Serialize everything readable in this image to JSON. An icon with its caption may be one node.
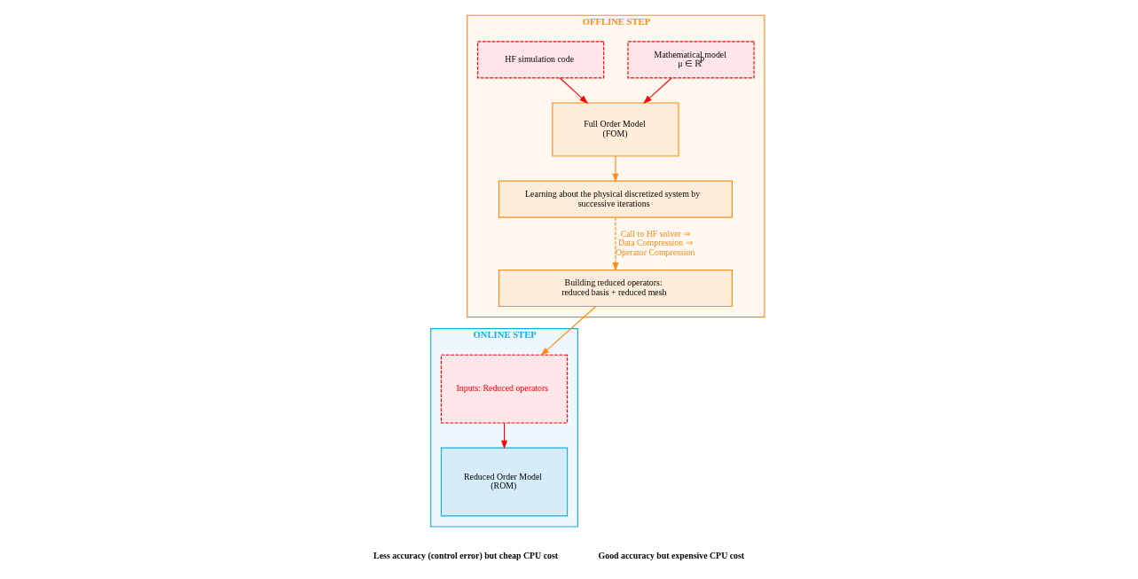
{
  "diagram": {
    "nodes": [
      {
        "text": [
          "OFFLINE STEP"
        ]
      },
      {
        "text": [
          "Mathematical model",
          "μ ∈ ℝ$^{p}$"
        ],
        "in": 0
      },
      {
        "text": [
          "HF simulation code"
        ],
        "in": 0
      },
      {
        "text": [
          "Full Order Model (FOM)"
        ],
        "in": 0
      },
      {
        "text": [
          "Learning about the physical discretized system by successive iterations"
        ],
        "in": 0
      },
      {
        "text": [
          "Building reduced operators: reduced basis + reduced mesh"
        ],
        "in": 0
      },
      {
        "text": [
          "ONLINE STEP"
        ]
      },
      {
        "text": [
          "Reduced Order Model (ROM)"
        ],
        "in": 6
      },
      {
        "text": [
          "Inputs: Reduced operators"
        ],
        "in": 6
      }
    ],
    "edges": [
      {
        "from": 1,
        "to": 3,
        "arrow": "to",
        "color": "#ff0000"
      },
      {
        "from": 2,
        "to": 3,
        "arrow": "to",
        "color": "#ff0000"
      },
      {
        "from": 3,
        "to": 4,
        "arrow": "to",
        "color": "#ff8c1a"
      },
      {
        "from": 4,
        "to": 5,
        "arrow": "to",
        "style": "dashed",
        "color": "#ff8c1a",
        "label": "Call to HF solver ⇒ Data Compression ⇒ Operator Compression"
      },
      {
        "from": 5,
        "to": 8,
        "arrow": "to",
        "color": "#ff8c1a"
      },
      {
        "from": 8,
        "to": 7,
        "arrow": "to",
        "color": "#ff0000"
      }
    ],
    "labels": [
      "Good accuracy but expensive CPU cost",
      "Less accuracy (control error) but cheap CPU cost"
    ]
  }
}
